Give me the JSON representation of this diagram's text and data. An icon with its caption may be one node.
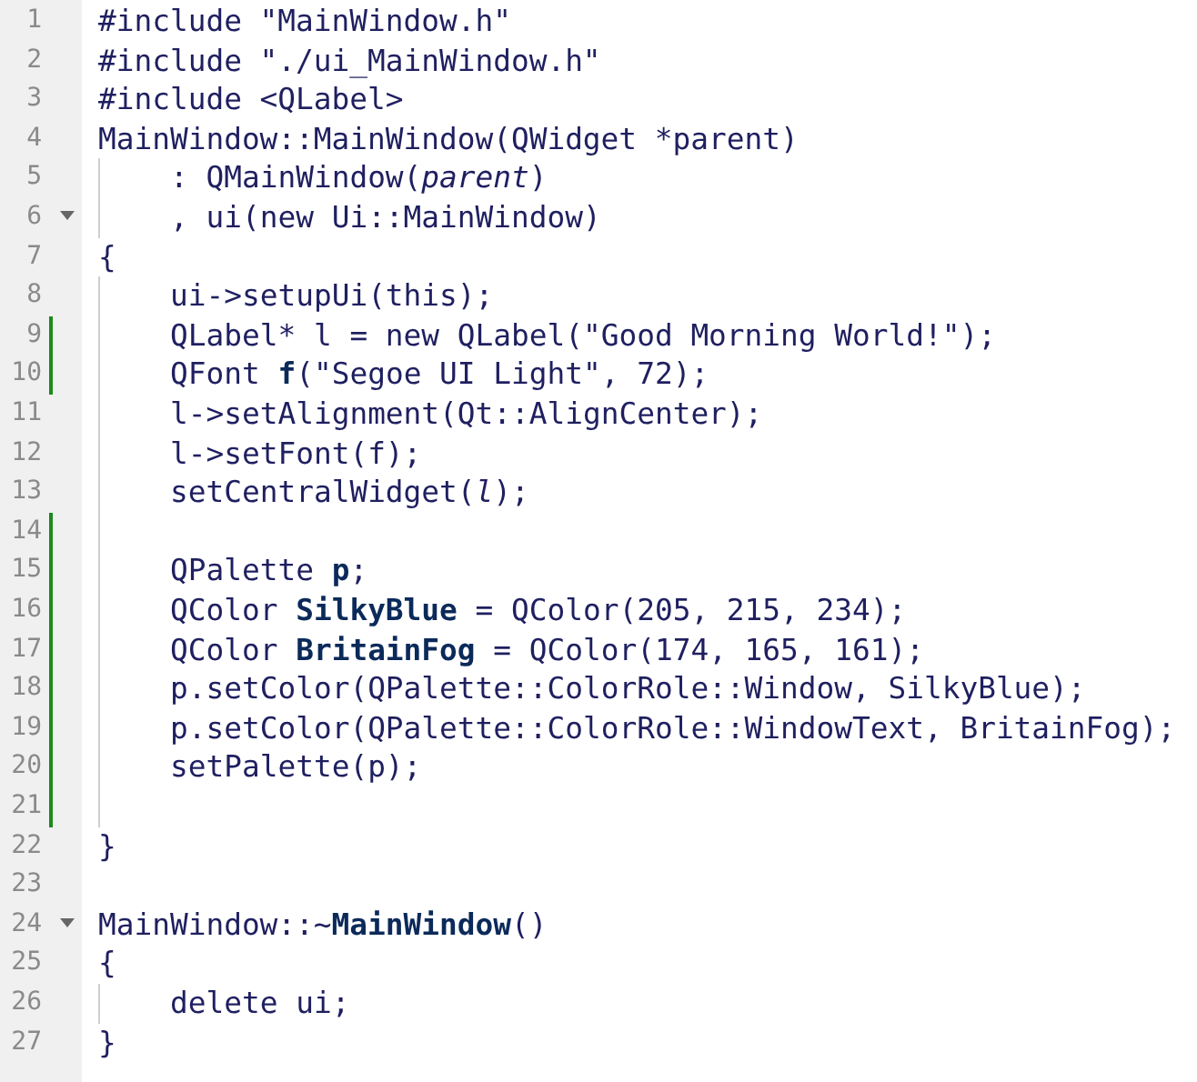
{
  "diagram": {
    "labels": [
      "1",
      "#include \"MainWindow.h\"",
      "2",
      "#include \"./ui_MainWindow.h\"",
      "3",
      "#include <QLabel>",
      "4",
      "MainWindow::MainWindow(QWidget *parent)",
      "5",
      ": QMainWindow(*parent*)",
      "6",
      ", ui(new Ui::MainWindow)",
      "7",
      "{",
      "8",
      "ui->setupUi(this);",
      "9",
      "QLabel* l = new QLabel(\"Good Morning World!\");",
      "10",
      "QFont **f**(\"Segoe UI Light\", 72);",
      "11",
      "l->setAlignment(Qt::AlignCenter);",
      "12",
      "l->setFont(f);",
      "13",
      "setCentralWidget(*l*);",
      "14",
      "15",
      "QPalette **p**;",
      "16",
      "QColor **SilkyBlue** = QColor(205, 215, 234);",
      "17",
      "QColor **BritainFog** = QColor(174, 165, 161);",
      "18",
      "p.setColor(QPalette::ColorRole::Window, SilkyBlue);",
      "19",
      "p.setColor(QPalette::ColorRole::WindowText, BritainFog);",
      "20",
      "setPalette(p);",
      "21",
      "22",
      "}",
      "23",
      "24",
      "MainWindow::~**MainWindow**()",
      "25",
      "{",
      "26",
      "delete ui;",
      "27",
      "}"
    ]
  }
}
